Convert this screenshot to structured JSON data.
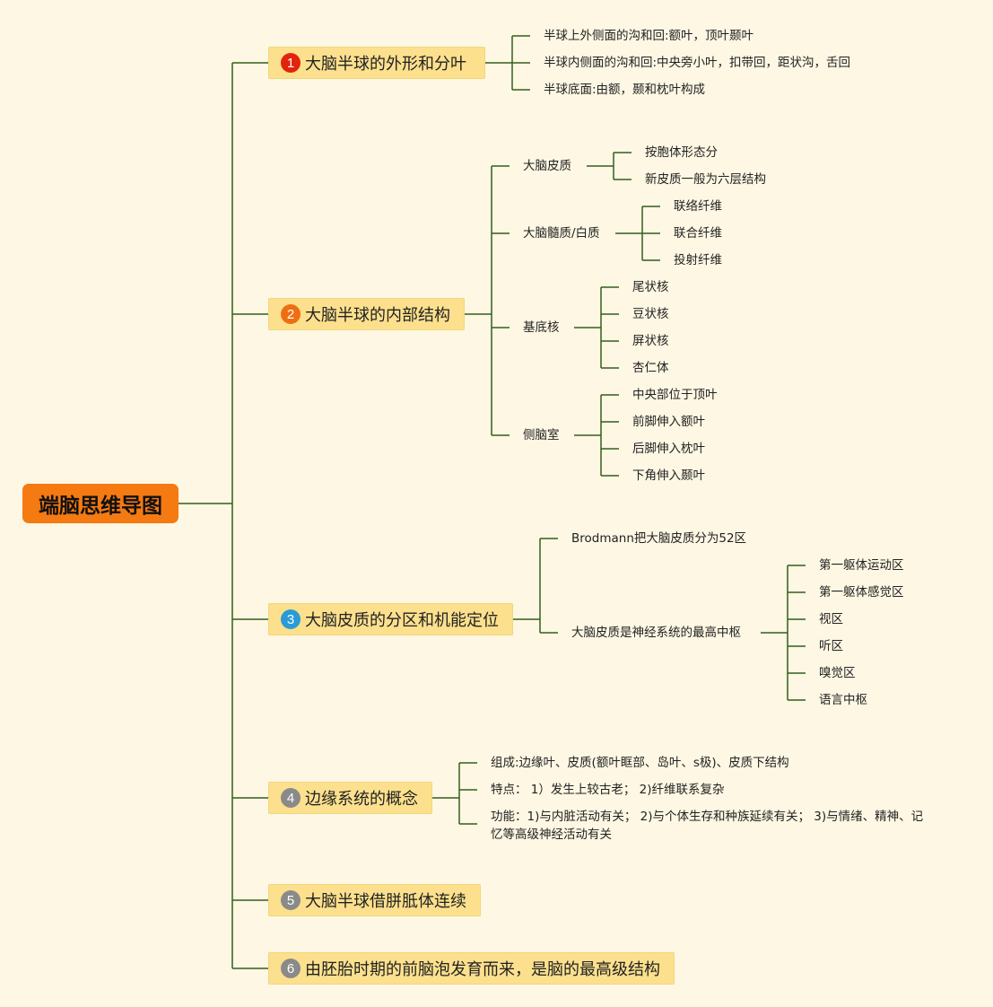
{
  "root": "端脑思维导图",
  "colors": {
    "badge1": "#e2230e",
    "badge2": "#ee6f12",
    "badge3": "#2a9bd6",
    "badge_gray": "#8a8a8a",
    "line": "#345f1c"
  },
  "topics": [
    {
      "num": "1",
      "label": "大脑半球的外形和分叶",
      "children": [
        "半球上外侧面的沟和回:额叶，顶叶颞叶",
        "半球内侧面的沟和回:中央旁小叶，扣带回，距状沟，舌回",
        "半球底面:由额，颞和枕叶构成"
      ]
    },
    {
      "num": "2",
      "label": "大脑半球的内部结构",
      "children": [
        {
          "label": "大脑皮质",
          "children": [
            "按胞体形态分",
            "新皮质一般为六层结构"
          ]
        },
        {
          "label": "大脑髓质/白质",
          "children": [
            "联络纤维",
            "联合纤维",
            "投射纤维"
          ]
        },
        {
          "label": "基底核",
          "children": [
            "尾状核",
            "豆状核",
            "屏状核",
            "杏仁体"
          ]
        },
        {
          "label": "侧脑室",
          "children": [
            "中央部位于顶叶",
            "前脚伸入额叶",
            "后脚伸入枕叶",
            "下角伸入颞叶"
          ]
        }
      ]
    },
    {
      "num": "3",
      "label": "大脑皮质的分区和机能定位",
      "children": [
        {
          "label": "Brodmann把大脑皮质分为52区"
        },
        {
          "label": "大脑皮质是神经系统的最高中枢",
          "children": [
            "第一躯体运动区",
            "第一躯体感觉区",
            "视区",
            "听区",
            "嗅觉区",
            "语言中枢"
          ]
        }
      ]
    },
    {
      "num": "4",
      "label": "边缘系统的概念",
      "children": [
        "组成:边缘叶、皮质(额叶眶部、岛叶、s极)、皮质下结构",
        "特点： 1）发生上较古老； 2)纤维联系复杂",
        "功能：1)与内脏活动有关； 2)与个体生存和种族延续有关； 3)与情绪、精神、记忆等高级神经活动有关"
      ]
    },
    {
      "num": "5",
      "label": "大脑半球借胼胝体连续"
    },
    {
      "num": "6",
      "label": "由胚胎时期的前脑泡发育而来，是脑的最高级结构"
    }
  ]
}
